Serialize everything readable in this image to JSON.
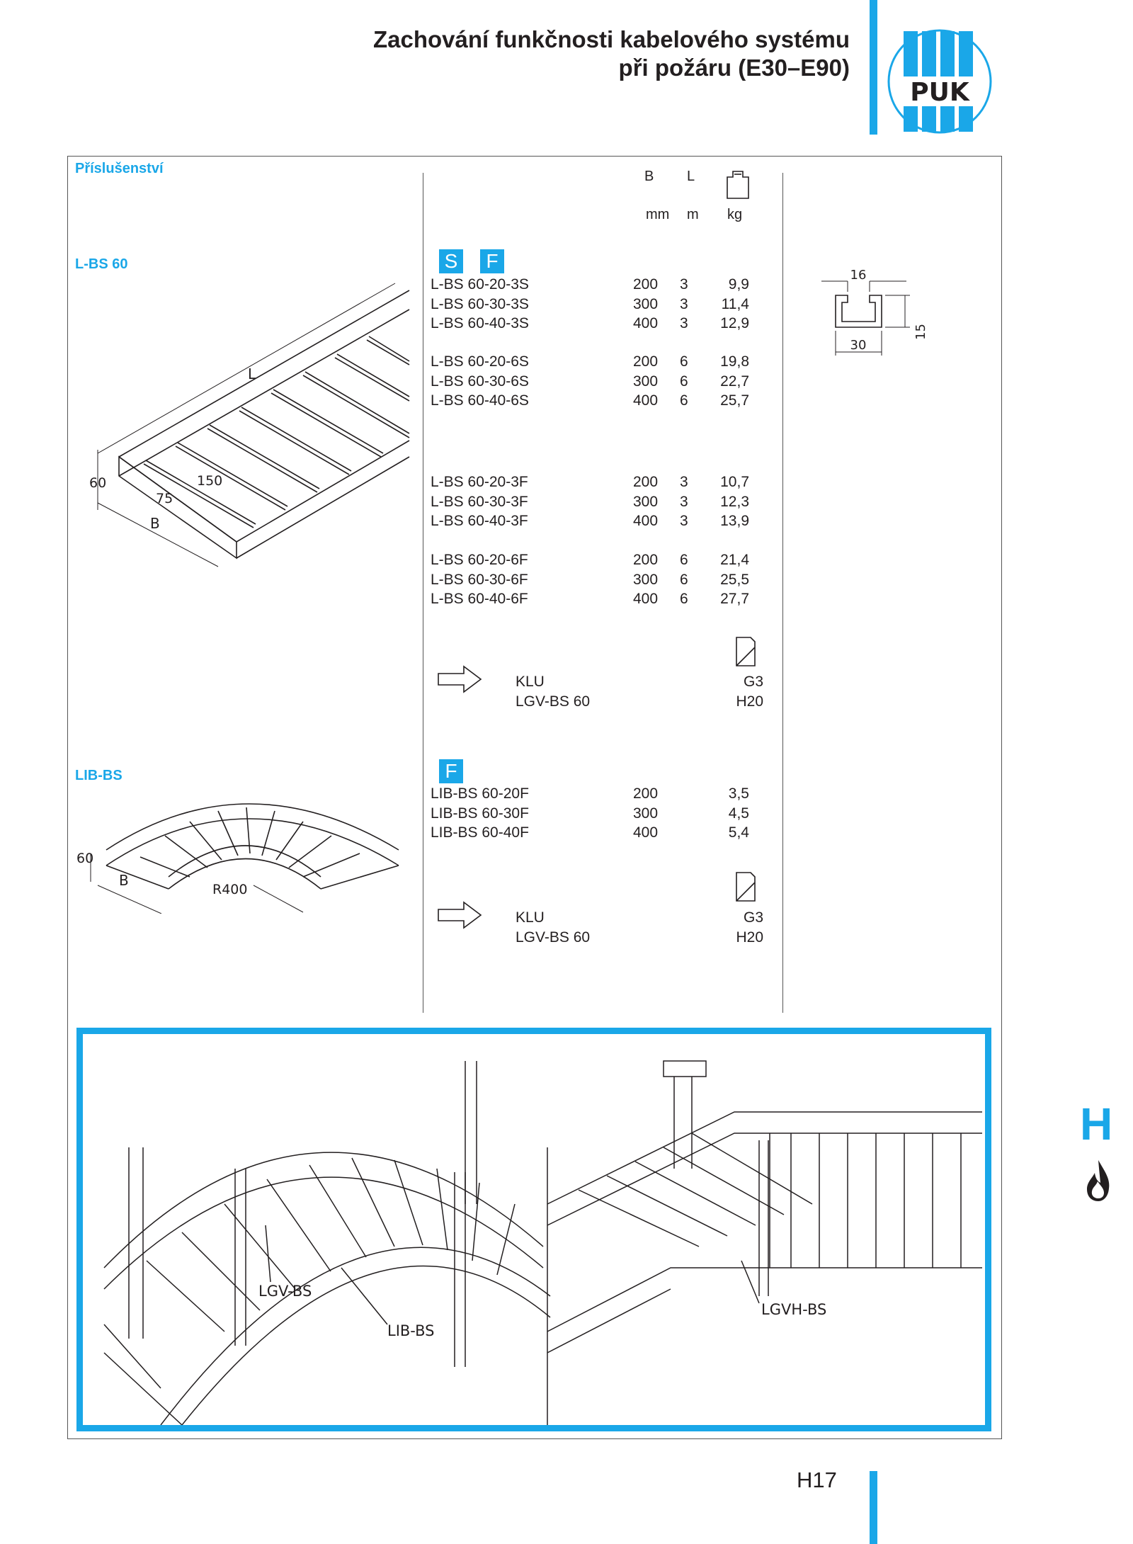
{
  "header": {
    "title_line1": "Zachování funkčnosti kabelového systému",
    "title_line2": "při požáru (E30–E90)",
    "logo_text": "PUK"
  },
  "table_header": {
    "col_b": "B",
    "col_l": "L",
    "unit_b": "mm",
    "unit_l": "m",
    "unit_kg": "kg",
    "weight_icon": "weight-icon"
  },
  "accessories_label": "Příslušenství",
  "lbs": {
    "label": "L-BS 60",
    "badge_s": "S",
    "badge_f": "F",
    "drawing_labels": {
      "length": "L",
      "height": "60",
      "width": "B",
      "spacing1": "150",
      "spacing2": "75"
    },
    "groups": [
      [
        {
          "code": "L-BS 60-20-3S",
          "b": "200",
          "l": "3",
          "kg": "9,9"
        },
        {
          "code": "L-BS 60-30-3S",
          "b": "300",
          "l": "3",
          "kg": "11,4"
        },
        {
          "code": "L-BS 60-40-3S",
          "b": "400",
          "l": "3",
          "kg": "12,9"
        }
      ],
      [
        {
          "code": "L-BS 60-20-6S",
          "b": "200",
          "l": "6",
          "kg": "19,8"
        },
        {
          "code": "L-BS 60-30-6S",
          "b": "300",
          "l": "6",
          "kg": "22,7"
        },
        {
          "code": "L-BS 60-40-6S",
          "b": "400",
          "l": "6",
          "kg": "25,7"
        }
      ],
      [
        {
          "code": "L-BS 60-20-3F",
          "b": "200",
          "l": "3",
          "kg": "10,7"
        },
        {
          "code": "L-BS 60-30-3F",
          "b": "300",
          "l": "3",
          "kg": "12,3"
        },
        {
          "code": "L-BS 60-40-3F",
          "b": "400",
          "l": "3",
          "kg": "13,9"
        }
      ],
      [
        {
          "code": "L-BS 60-20-6F",
          "b": "200",
          "l": "6",
          "kg": "21,4"
        },
        {
          "code": "L-BS 60-30-6F",
          "b": "300",
          "l": "6",
          "kg": "25,5"
        },
        {
          "code": "L-BS 60-40-6F",
          "b": "400",
          "l": "6",
          "kg": "27,7"
        }
      ]
    ],
    "refs": [
      {
        "name": "KLU",
        "page": "G3"
      },
      {
        "name": "LGV-BS 60",
        "page": "H20"
      }
    ]
  },
  "profile": {
    "top": "16",
    "bottom": "30",
    "height": "15"
  },
  "libs": {
    "label": "LIB-BS",
    "badge_f": "F",
    "drawing_labels": {
      "height": "60",
      "width": "B",
      "radius": "R400"
    },
    "rows": [
      {
        "code": "LIB-BS 60-20F",
        "b": "200",
        "kg": "3,5"
      },
      {
        "code": "LIB-BS 60-30F",
        "b": "300",
        "kg": "4,5"
      },
      {
        "code": "LIB-BS 60-40F",
        "b": "400",
        "kg": "5,4"
      }
    ],
    "refs": [
      {
        "name": "KLU",
        "page": "G3"
      },
      {
        "name": "LGV-BS 60",
        "page": "H20"
      }
    ]
  },
  "illustration": {
    "label1": "LIB-BS",
    "label2": "LGV-BS",
    "label3": "LGVH-BS"
  },
  "side": {
    "letter": "H",
    "icon": "flame-icon"
  },
  "page_number": "H17"
}
